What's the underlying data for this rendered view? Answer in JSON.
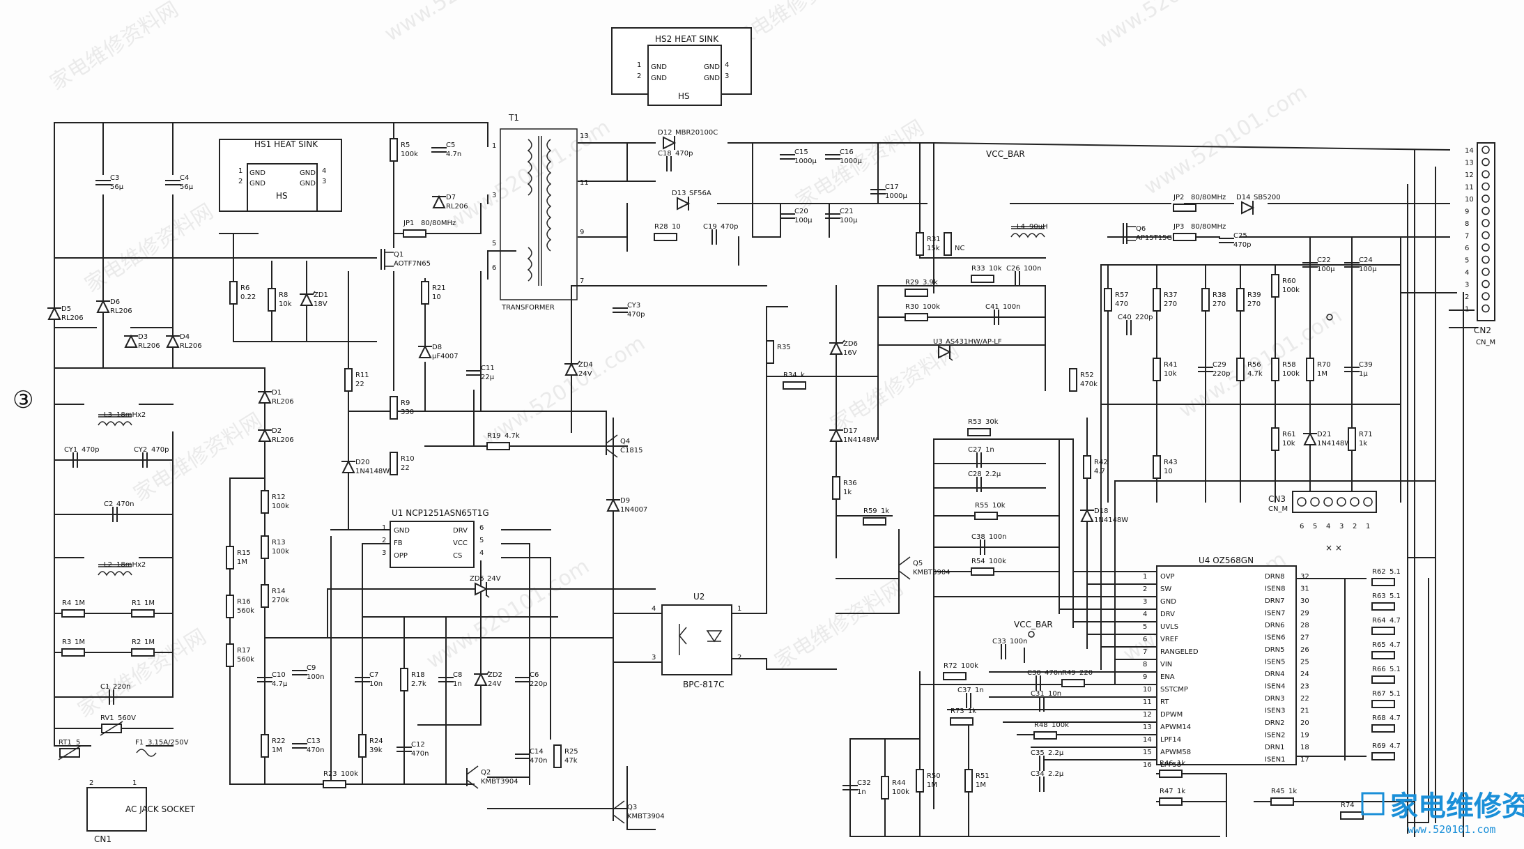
{
  "page_number": "③",
  "watermark": {
    "text_cn": "家电维修资料网",
    "text_url": "www.520101.com"
  },
  "logo": {
    "text": "家电维修资料网",
    "url": "www.520101.com"
  },
  "heatsinks": {
    "hs1": {
      "title": "HS1 HEAT SINK",
      "inner": "HS",
      "pins": [
        "1",
        "2",
        "3",
        "4"
      ],
      "pin_labels": [
        "GND",
        "GND",
        "GND",
        "GND"
      ]
    },
    "hs2": {
      "title": "HS2 HEAT SINK",
      "inner": "HS",
      "pins": [
        "1",
        "2",
        "3",
        "4"
      ],
      "pin_labels": [
        "GND",
        "GND",
        "GND",
        "GND"
      ]
    }
  },
  "transformer": {
    "ref": "T1",
    "label": "TRANSFORMER",
    "pins": [
      "1",
      "3",
      "5",
      "6",
      "13",
      "11",
      "9",
      "7"
    ]
  },
  "u1": {
    "title": "U1  NCP1251ASN65T1G",
    "pins_left": [
      "GND",
      "FB",
      "OPP"
    ],
    "pins_right": [
      "DRV",
      "VCC",
      "CS"
    ],
    "nums_left": [
      "1",
      "2",
      "3"
    ],
    "nums_right": [
      "6",
      "5",
      "4"
    ]
  },
  "u2": {
    "ref": "U2",
    "name": "BPC-817C",
    "pins": [
      "4",
      "3",
      "1",
      "2"
    ]
  },
  "u4": {
    "title": "U4    OZ568GN",
    "left_pins": [
      "OVP",
      "SW",
      "GND",
      "DRV",
      "UVLS",
      "VREF",
      "RANGELED",
      "VIN",
      "ENA",
      "SSTCMP",
      "RT",
      "DPWM",
      "APWM14",
      "LPF14",
      "APWM58",
      "LPF58"
    ],
    "right_pins": [
      "DRN8",
      "ISEN8",
      "DRN7",
      "ISEN7",
      "DRN6",
      "ISEN6",
      "DRN5",
      "ISEN5",
      "DRN4",
      "ISEN4",
      "DRN3",
      "ISEN3",
      "DRN2",
      "ISEN2",
      "DRN1",
      "ISEN1"
    ],
    "right_nums": [
      "32",
      "31",
      "30",
      "29",
      "28",
      "27",
      "26",
      "25",
      "24",
      "23",
      "22",
      "21",
      "20",
      "19",
      "18",
      "17"
    ]
  },
  "cn2": {
    "label": "CN2",
    "sub": "CN_M",
    "pins": [
      "14",
      "13",
      "12",
      "11",
      "10",
      "9",
      "8",
      "7",
      "6",
      "5",
      "4",
      "3",
      "2",
      "1"
    ]
  },
  "cn3": {
    "label": "CN3",
    "sub": "CN_M",
    "pins": [
      "6",
      "5",
      "4",
      "3",
      "2",
      "1"
    ]
  },
  "cn1": {
    "label": "CN1",
    "desc": "AC JACK SOCKET",
    "pins": [
      "2",
      "1"
    ]
  },
  "net_labels": {
    "vcc_bar_top": "VCC_BAR",
    "vcc_bar_mid": "VCC_BAR"
  },
  "components": [
    {
      "id": "c3",
      "ref": "C3",
      "val": "56µ"
    },
    {
      "id": "c4",
      "ref": "C4",
      "val": "56µ"
    },
    {
      "id": "r5",
      "ref": "R5",
      "val": "100k"
    },
    {
      "id": "c5",
      "ref": "C5",
      "val": "4.7n"
    },
    {
      "id": "d7",
      "ref": "D7",
      "val": "RL206"
    },
    {
      "id": "jp1",
      "ref": "JP1",
      "val": "80/80MHz"
    },
    {
      "id": "q1",
      "ref": "Q1",
      "val": "AOTF7N65"
    },
    {
      "id": "r6",
      "ref": "R6",
      "val": "0.22"
    },
    {
      "id": "r8",
      "ref": "R8",
      "val": "10k"
    },
    {
      "id": "zd1",
      "ref": "ZD1",
      "val": "18V"
    },
    {
      "id": "d5",
      "ref": "D5",
      "val": "RL206"
    },
    {
      "id": "d6",
      "ref": "D6",
      "val": "RL206"
    },
    {
      "id": "d3",
      "ref": "D3",
      "val": "RL206"
    },
    {
      "id": "d4",
      "ref": "D4",
      "val": "RL206"
    },
    {
      "id": "l3",
      "ref": "L3",
      "val": "18mHx2"
    },
    {
      "id": "cy1",
      "ref": "CY1",
      "val": "470p"
    },
    {
      "id": "cy2",
      "ref": "CY2",
      "val": "470p"
    },
    {
      "id": "c2",
      "ref": "C2",
      "val": "470n"
    },
    {
      "id": "l2",
      "ref": "L2",
      "val": "18mHx2"
    },
    {
      "id": "r4",
      "ref": "R4",
      "val": "1M"
    },
    {
      "id": "r1",
      "ref": "R1",
      "val": "1M"
    },
    {
      "id": "r3",
      "ref": "R3",
      "val": "1M"
    },
    {
      "id": "r2",
      "ref": "R2",
      "val": "1M"
    },
    {
      "id": "c1",
      "ref": "C1",
      "val": "220n"
    },
    {
      "id": "rv1",
      "ref": "RV1",
      "val": "560V"
    },
    {
      "id": "rt1",
      "ref": "RT1",
      "val": "5"
    },
    {
      "id": "f1",
      "ref": "F1",
      "val": "3.15A/250V"
    },
    {
      "id": "d1",
      "ref": "D1",
      "val": "RL206"
    },
    {
      "id": "d2",
      "ref": "D2",
      "val": "RL206"
    },
    {
      "id": "r12",
      "ref": "R12",
      "val": "100k"
    },
    {
      "id": "r13",
      "ref": "R13",
      "val": "100k"
    },
    {
      "id": "r14",
      "ref": "R14",
      "val": "270k"
    },
    {
      "id": "r15",
      "ref": "R15",
      "val": "1M"
    },
    {
      "id": "r16",
      "ref": "R16",
      "val": "560k"
    },
    {
      "id": "r17",
      "ref": "R17",
      "val": "560k"
    },
    {
      "id": "r22",
      "ref": "R22",
      "val": "1M"
    },
    {
      "id": "c13",
      "ref": "C13",
      "val": "470n"
    },
    {
      "id": "c10",
      "ref": "C10",
      "val": "4.7µ"
    },
    {
      "id": "c9",
      "ref": "C9",
      "val": "100n"
    },
    {
      "id": "r23",
      "ref": "R23",
      "val": "100k"
    },
    {
      "id": "c7",
      "ref": "C7",
      "val": "10n"
    },
    {
      "id": "r24",
      "ref": "R24",
      "val": "39k"
    },
    {
      "id": "r18",
      "ref": "R18",
      "val": "2.7k"
    },
    {
      "id": "c12",
      "ref": "C12",
      "val": "470n"
    },
    {
      "id": "c8",
      "ref": "C8",
      "val": "1n"
    },
    {
      "id": "zd2",
      "ref": "ZD2",
      "val": "24V"
    },
    {
      "id": "c6",
      "ref": "C6",
      "val": "220p"
    },
    {
      "id": "c14",
      "ref": "C14",
      "val": "470n"
    },
    {
      "id": "r25",
      "ref": "R25",
      "val": "47k"
    },
    {
      "id": "q2",
      "ref": "Q2",
      "val": "KMBT3904"
    },
    {
      "id": "q3",
      "ref": "Q3",
      "val": "KMBT3904"
    },
    {
      "id": "zd5",
      "ref": "ZD5",
      "val": "24V"
    },
    {
      "id": "r11",
      "ref": "R11",
      "val": "22"
    },
    {
      "id": "r9",
      "ref": "R9",
      "val": "330"
    },
    {
      "id": "r10",
      "ref": "R10",
      "val": "22"
    },
    {
      "id": "d20",
      "ref": "D20",
      "val": "1N4148W"
    },
    {
      "id": "r21",
      "ref": "R21",
      "val": "10"
    },
    {
      "id": "d8",
      "ref": "D8",
      "val": "µF4007"
    },
    {
      "id": "c11",
      "ref": "C11",
      "val": "22µ"
    },
    {
      "id": "r19",
      "ref": "R19",
      "val": "4.7k"
    },
    {
      "id": "zd4",
      "ref": "ZD4",
      "val": "24V"
    },
    {
      "id": "q4",
      "ref": "Q4",
      "val": "C1815"
    },
    {
      "id": "d9",
      "ref": "D9",
      "val": "1N4007"
    },
    {
      "id": "cy3",
      "ref": "CY3",
      "val": "470p"
    },
    {
      "id": "d12",
      "ref": "D12",
      "val": "MBR20100C"
    },
    {
      "id": "c18",
      "ref": "C18",
      "val": "470p"
    },
    {
      "id": "d13",
      "ref": "D13",
      "val": "SF56A"
    },
    {
      "id": "r28",
      "ref": "R28",
      "val": "10"
    },
    {
      "id": "c19",
      "ref": "C19",
      "val": "470p"
    },
    {
      "id": "c15",
      "ref": "C15",
      "val": "1000µ"
    },
    {
      "id": "c16",
      "ref": "C16",
      "val": "1000µ"
    },
    {
      "id": "c17",
      "ref": "C17",
      "val": "1000µ"
    },
    {
      "id": "c20",
      "ref": "C20",
      "val": "100µ"
    },
    {
      "id": "c21",
      "ref": "C21",
      "val": "100µ"
    },
    {
      "id": "r31",
      "ref": "R31",
      "val": "15k"
    },
    {
      "id": "nc",
      "ref": "",
      "val": "NC"
    },
    {
      "id": "l4",
      "ref": "L4",
      "val": "90uH"
    },
    {
      "id": "q6",
      "ref": "Q6",
      "val": "AP15T15GH-HF"
    },
    {
      "id": "jp2",
      "ref": "JP2",
      "val": "80/80MHz"
    },
    {
      "id": "d14",
      "ref": "D14",
      "val": "SB5200"
    },
    {
      "id": "jp3",
      "ref": "JP3",
      "val": "80/80MHz"
    },
    {
      "id": "c25",
      "ref": "C25",
      "val": "470p"
    },
    {
      "id": "r33",
      "ref": "R33",
      "val": "10k"
    },
    {
      "id": "c26",
      "ref": "C26",
      "val": "100n"
    },
    {
      "id": "r29",
      "ref": "R29",
      "val": "3.9k"
    },
    {
      "id": "c41",
      "ref": "C41",
      "val": "100n"
    },
    {
      "id": "r30",
      "ref": "R30",
      "val": "100k"
    },
    {
      "id": "u3",
      "ref": "U3",
      "val": "AS431HW/AP-LF"
    },
    {
      "id": "zd6",
      "ref": "ZD6",
      "val": "16V"
    },
    {
      "id": "r35",
      "ref": "R35",
      "val": ""
    },
    {
      "id": "r34",
      "ref": "R34",
      "val": "k"
    },
    {
      "id": "d17",
      "ref": "D17",
      "val": "1N4148W"
    },
    {
      "id": "r36",
      "ref": "R36",
      "val": "1k"
    },
    {
      "id": "r59",
      "ref": "R59",
      "val": "1k"
    },
    {
      "id": "q5",
      "ref": "Q5",
      "val": "KMBT3904"
    },
    {
      "id": "r52",
      "ref": "R52",
      "val": "470k"
    },
    {
      "id": "r53",
      "ref": "R53",
      "val": "30k"
    },
    {
      "id": "c27",
      "ref": "C27",
      "val": "1n"
    },
    {
      "id": "c28",
      "ref": "C28",
      "val": "2.2µ"
    },
    {
      "id": "r55",
      "ref": "R55",
      "val": "10k"
    },
    {
      "id": "c38",
      "ref": "C38",
      "val": "100n"
    },
    {
      "id": "r54",
      "ref": "R54",
      "val": "100k"
    },
    {
      "id": "r42",
      "ref": "R42",
      "val": "4.7"
    },
    {
      "id": "d18",
      "ref": "D18",
      "val": "1N4148W"
    },
    {
      "id": "r43",
      "ref": "R43",
      "val": "10"
    },
    {
      "id": "r57",
      "ref": "R57",
      "val": "470"
    },
    {
      "id": "r37",
      "ref": "R37",
      "val": "270"
    },
    {
      "id": "r38",
      "ref": "R38",
      "val": "270"
    },
    {
      "id": "r39",
      "ref": "R39",
      "val": "270"
    },
    {
      "id": "c40",
      "ref": "C40",
      "val": "220p"
    },
    {
      "id": "r41",
      "ref": "R41",
      "val": "10k"
    },
    {
      "id": "c29",
      "ref": "C29",
      "val": "220p"
    },
    {
      "id": "r56",
      "ref": "R56",
      "val": "4.7k"
    },
    {
      "id": "r60",
      "ref": "R60",
      "val": "100k"
    },
    {
      "id": "r58",
      "ref": "R58",
      "val": "100k"
    },
    {
      "id": "c22",
      "ref": "C22",
      "val": "100µ"
    },
    {
      "id": "c24",
      "ref": "C24",
      "val": "100µ"
    },
    {
      "id": "r70",
      "ref": "R70",
      "val": "1M"
    },
    {
      "id": "c39",
      "ref": "C39",
      "val": "1µ"
    },
    {
      "id": "r61",
      "ref": "R61",
      "val": "10k"
    },
    {
      "id": "d21",
      "ref": "D21",
      "val": "1N4148W"
    },
    {
      "id": "r71",
      "ref": "R71",
      "val": "1k"
    },
    {
      "id": "c33",
      "ref": "C33",
      "val": "100n"
    },
    {
      "id": "r72",
      "ref": "R72",
      "val": "100k"
    },
    {
      "id": "c30",
      "ref": "C30",
      "val": "470n"
    },
    {
      "id": "r49",
      "ref": "R49",
      "val": "220"
    },
    {
      "id": "c37",
      "ref": "C37",
      "val": "1n"
    },
    {
      "id": "c31",
      "ref": "C31",
      "val": "10n"
    },
    {
      "id": "r73",
      "ref": "R73",
      "val": "1k"
    },
    {
      "id": "r48",
      "ref": "R48",
      "val": "100k"
    },
    {
      "id": "c35",
      "ref": "C35",
      "val": "2.2µ"
    },
    {
      "id": "c34",
      "ref": "C34",
      "val": "2.2µ"
    },
    {
      "id": "c32",
      "ref": "C32",
      "val": "1n"
    },
    {
      "id": "r44",
      "ref": "R44",
      "val": "100k"
    },
    {
      "id": "r50",
      "ref": "R50",
      "val": "1M"
    },
    {
      "id": "r51",
      "ref": "R51",
      "val": "1M"
    },
    {
      "id": "r46",
      "ref": "R46",
      "val": "1k"
    },
    {
      "id": "r47",
      "ref": "R47",
      "val": "1k"
    },
    {
      "id": "r45",
      "ref": "R45",
      "val": "1k"
    },
    {
      "id": "r74",
      "ref": "R74",
      "val": ""
    },
    {
      "id": "r62",
      "ref": "R62",
      "val": "5.1"
    },
    {
      "id": "r63",
      "ref": "R63",
      "val": "5.1"
    },
    {
      "id": "r64",
      "ref": "R64",
      "val": "4.7"
    },
    {
      "id": "r65",
      "ref": "R65",
      "val": "4.7"
    },
    {
      "id": "r66",
      "ref": "R66",
      "val": "5.1"
    },
    {
      "id": "r67",
      "ref": "R67",
      "val": "5.1"
    },
    {
      "id": "r68",
      "ref": "R68",
      "val": "4.7"
    },
    {
      "id": "r69",
      "ref": "R69",
      "val": "4.7"
    }
  ]
}
